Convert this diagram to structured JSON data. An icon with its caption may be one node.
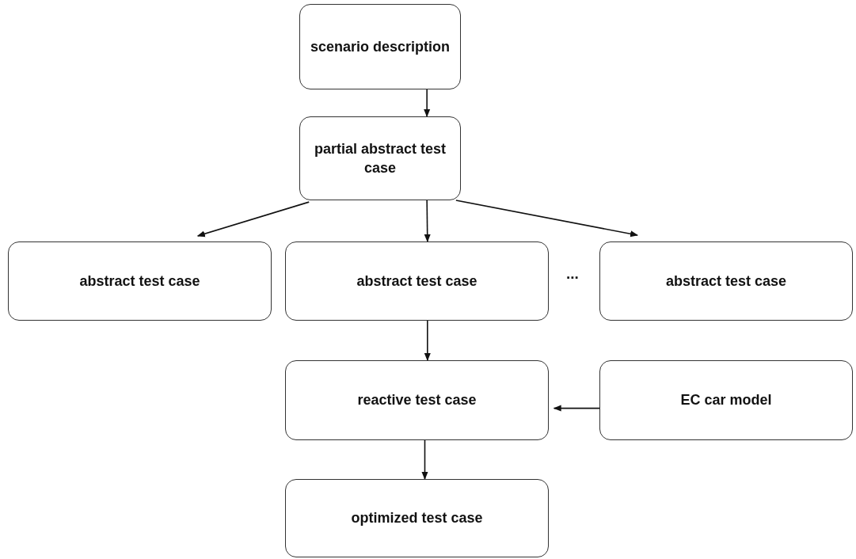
{
  "diagram": {
    "nodes": [
      {
        "text": [
          "scenario description"
        ]
      },
      {
        "text": [
          "partial abstract test case"
        ]
      },
      {
        "text": [
          "abstract test case"
        ]
      },
      {
        "text": [
          "abstract test case"
        ]
      },
      {
        "text": [
          "abstract test case"
        ]
      },
      {
        "text": [
          "reactive test case"
        ]
      },
      {
        "text": [
          "EC car model"
        ]
      },
      {
        "text": [
          "optimized test case"
        ]
      }
    ],
    "edges": [
      {
        "from": 0,
        "to": 1,
        "arrow": "to"
      },
      {
        "from": 1,
        "to": 2,
        "arrow": "to"
      },
      {
        "from": 1,
        "to": 3,
        "arrow": "to"
      },
      {
        "from": 1,
        "to": 4,
        "arrow": "to"
      },
      {
        "from": 3,
        "to": 5,
        "arrow": "to"
      },
      {
        "from": 6,
        "to": 5,
        "arrow": "to"
      },
      {
        "from": 5,
        "to": 7,
        "arrow": "to"
      }
    ],
    "labels": [
      "..."
    ]
  }
}
